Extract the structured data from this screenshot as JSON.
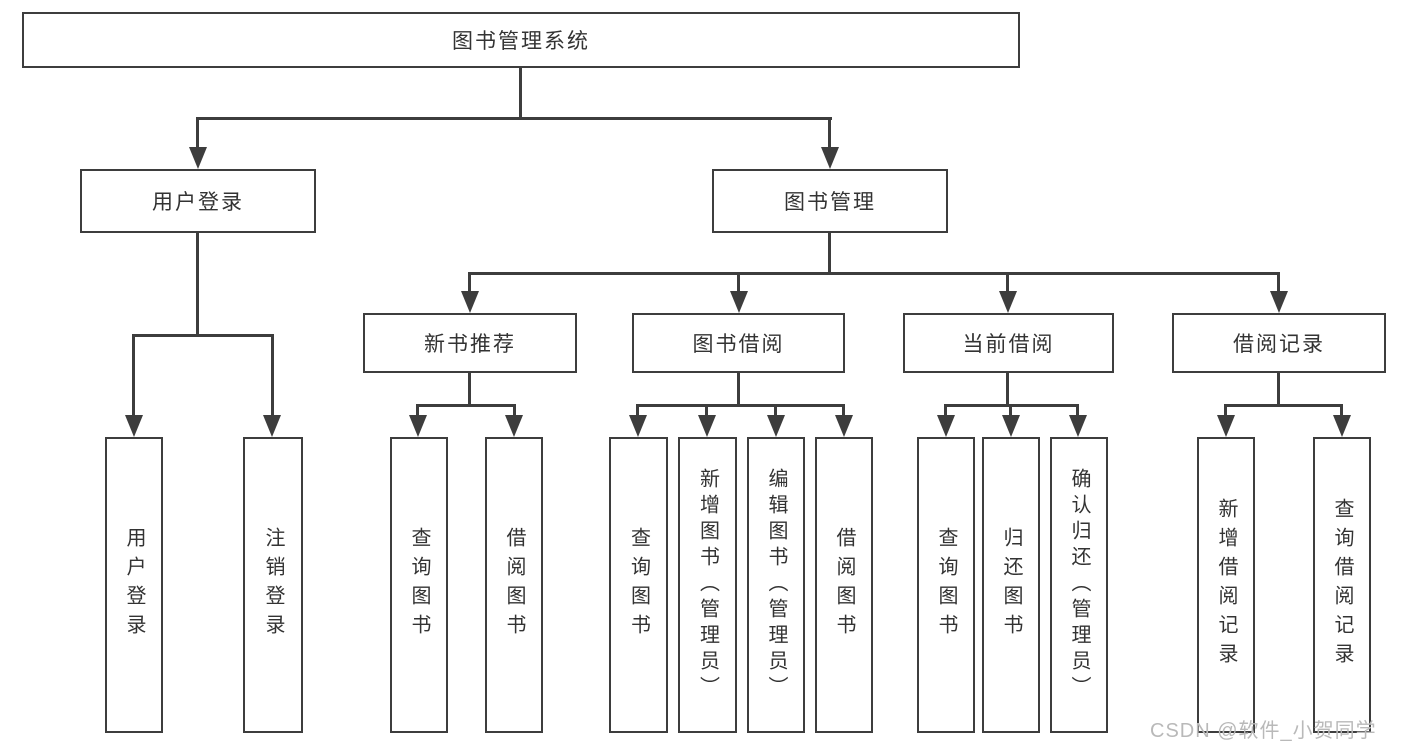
{
  "tree": {
    "root": {
      "label": "图书管理系统"
    },
    "branches": [
      {
        "label": "用户登录",
        "leaves": [
          {
            "label": "用户登录"
          },
          {
            "label": "注销登录"
          }
        ]
      },
      {
        "label": "图书管理",
        "groups": [
          {
            "label": "新书推荐",
            "leaves": [
              {
                "label": "查询图书"
              },
              {
                "label": "借阅图书"
              }
            ]
          },
          {
            "label": "图书借阅",
            "leaves": [
              {
                "label": "查询图书"
              },
              {
                "label": "新增图书（管理员）"
              },
              {
                "label": "编辑图书（管理员）"
              },
              {
                "label": "借阅图书"
              }
            ]
          },
          {
            "label": "当前借阅",
            "leaves": [
              {
                "label": "查询图书"
              },
              {
                "label": "归还图书"
              },
              {
                "label": "确认归还（管理员）"
              }
            ]
          },
          {
            "label": "借阅记录",
            "leaves": [
              {
                "label": "新增借阅记录"
              },
              {
                "label": "查询借阅记录"
              }
            ]
          }
        ]
      }
    ]
  },
  "watermark": {
    "text": "CSDN @软件_小贺同学"
  },
  "colors": {
    "line": "#3d3d3d",
    "text": "#333333",
    "background": "#ffffff",
    "watermark": "#b9b9b9"
  }
}
